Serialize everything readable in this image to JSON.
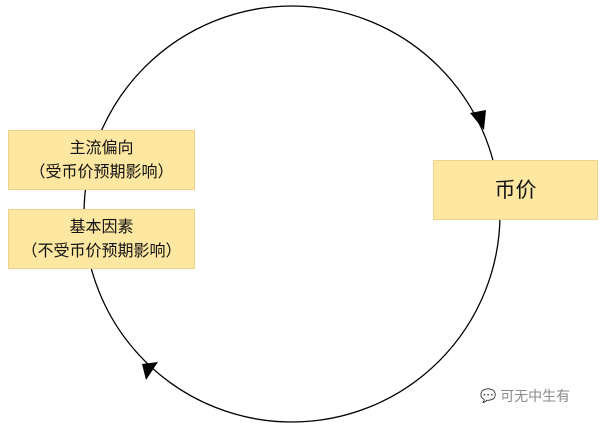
{
  "nodes": {
    "mainstream": {
      "title": "主流偏向",
      "subtitle": "（受币价预期影响）"
    },
    "fundamentals": {
      "title": "基本因素",
      "subtitle": "（不受币价预期影响）"
    },
    "price": {
      "title": "币价"
    }
  },
  "watermark": {
    "icon": "wechat-icon",
    "text": "可无中生有"
  },
  "colors": {
    "box": "#fde7a1",
    "line": "#000000"
  }
}
